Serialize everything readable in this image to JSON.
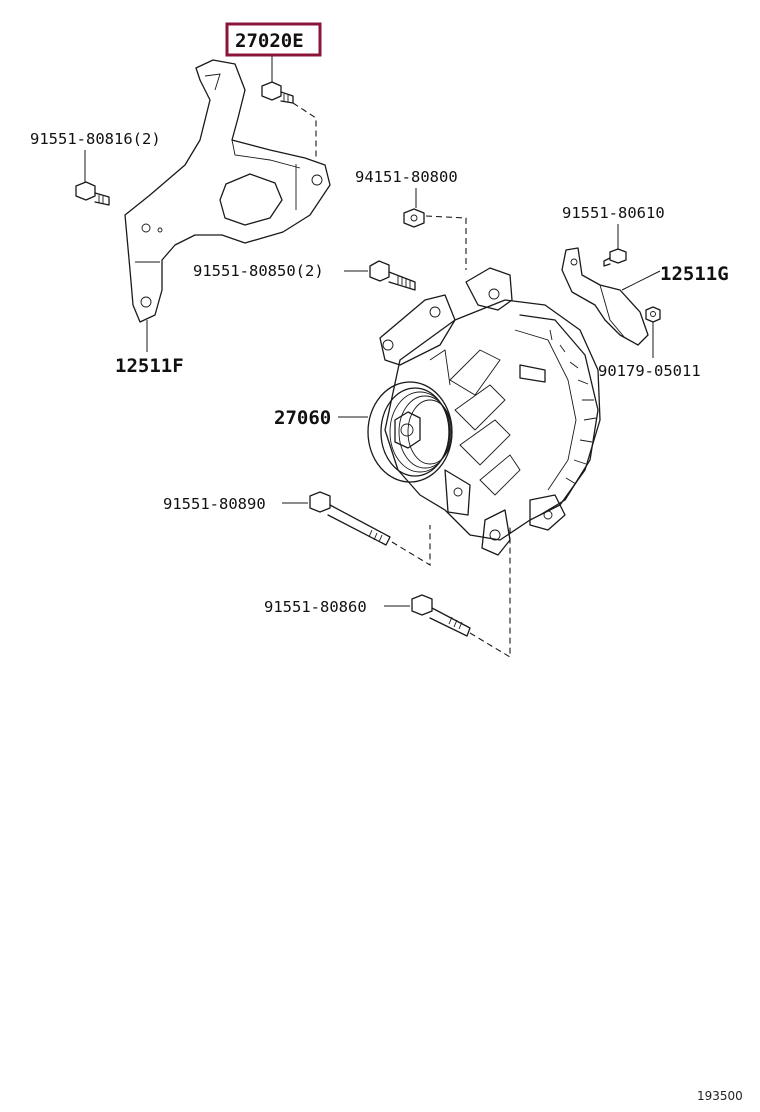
{
  "diagram": {
    "highlight_color": "#8b1538",
    "callouts": {
      "alternator_bracket": "27020E",
      "bolt_2": "91551-80816(2)",
      "bracket_f": "12511F",
      "nut": "94151-80800",
      "bolt_850": "91551-80850(2)",
      "bolt_610": "91551-80610",
      "bracket_g": "12511G",
      "nut_011": "90179-05011",
      "alternator": "27060",
      "bolt_890": "91551-80890",
      "bolt_860": "91551-80860"
    },
    "ref_number": "193500"
  }
}
